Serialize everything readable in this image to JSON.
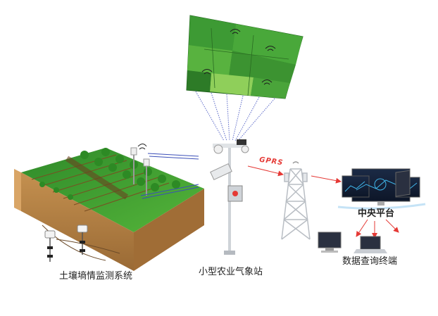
{
  "labels": {
    "soil_system": "土壤墒情监测系统",
    "weather_station": "小型农业气象站",
    "central_platform": "中央平台",
    "data_terminal": "数据查询终端",
    "gprs": "GPRS"
  },
  "colors": {
    "field_green": "#3f9a2f",
    "soil_brown": "#b07a3c",
    "arrow_red": "#e53935",
    "signal_blue": "#3b4fb8",
    "tower_grey": "#b9bec4"
  }
}
